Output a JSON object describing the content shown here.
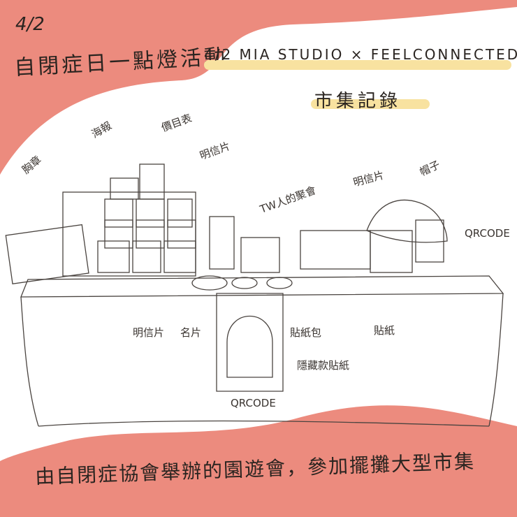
{
  "header": {
    "date": "4/2",
    "event_title": "自閉症日一點燈活動",
    "collab_title": "4/2 MIA STUDIO × FEELCONNECTED",
    "subtitle": "市集記錄"
  },
  "labels": {
    "badge": "胸章",
    "poster": "海報",
    "price_list": "價目表",
    "postcard_left": "明信片",
    "event_item": "TW人的聚會",
    "postcard_right": "明信片",
    "hat": "帽子",
    "qrcode_right": "QRCODE",
    "postcard_front": "明信片",
    "business_card": "名片",
    "sticker_pack": "貼紙包",
    "sticker": "貼紙",
    "hidden_sticker": "隱藏款貼紙",
    "qrcode_bottom": "QRCODE"
  },
  "footer": {
    "caption": "由自閉症協會舉辦的園遊會，參加擺攤大型市集"
  },
  "colors": {
    "background": "#ec8b7e",
    "paper": "#ffffff",
    "highlight": "#f8e2a0",
    "ink": "#2a2420"
  }
}
